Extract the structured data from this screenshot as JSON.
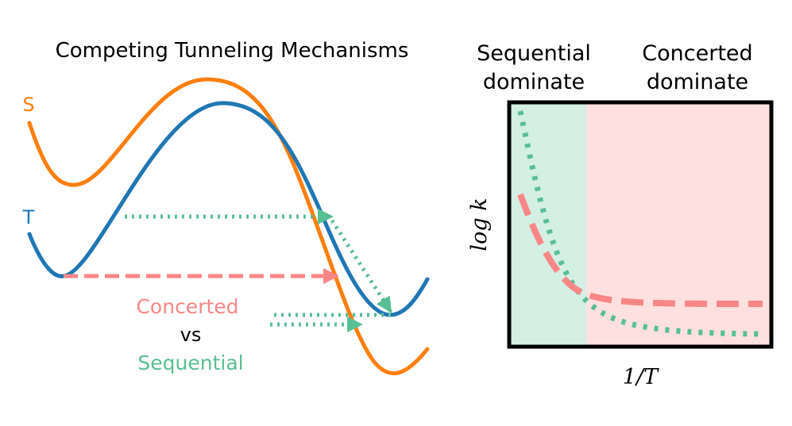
{
  "title": "Competing Tunneling Mechanisms",
  "curves": {
    "s_label": "S",
    "t_label": "T"
  },
  "legend": {
    "concerted": "Concerted",
    "vs": "vs",
    "sequential": "Sequential"
  },
  "regions": {
    "sequential_line1": "Sequential",
    "sequential_line2": "dominate",
    "concerted_line1": "Concerted",
    "concerted_line2": "dominate"
  },
  "axes": {
    "ylabel": "log k",
    "xlabel": "1/T"
  },
  "colors": {
    "orange": "#ff7f0e",
    "blue": "#1f77b4",
    "green": "#57bf94",
    "pink": "#f98686",
    "green_region": "#d4efe4",
    "pink_region": "#ffe0e0",
    "frame": "#000000"
  }
}
